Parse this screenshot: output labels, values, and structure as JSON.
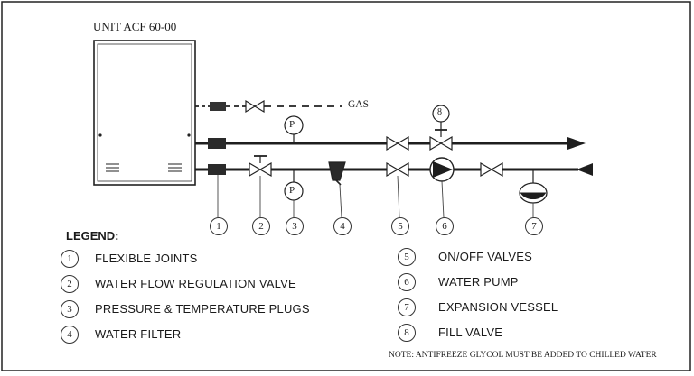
{
  "unit_title": "UNIT ACF 60-00",
  "gas_label": "GAS",
  "pressure_label": "P",
  "legend_title": "LEGEND:",
  "note": "NOTE: ANTIFREEZE GLYCOL  MUST BE ADDED TO CHILLED WATER",
  "component_numbers": [
    "1",
    "2",
    "3",
    "4",
    "5",
    "6",
    "7",
    "8"
  ],
  "legend_left": [
    {
      "num": "1",
      "label": "FLEXIBLE JOINTS"
    },
    {
      "num": "2",
      "label": "WATER FLOW REGULATION VALVE"
    },
    {
      "num": "3",
      "label": "PRESSURE & TEMPERATURE PLUGS"
    },
    {
      "num": "4",
      "label": "WATER FILTER"
    }
  ],
  "legend_right": [
    {
      "num": "5",
      "label": "ON/OFF VALVES"
    },
    {
      "num": "6",
      "label": "WATER PUMP"
    },
    {
      "num": "7",
      "label": "EXPANSION VESSEL"
    },
    {
      "num": "8",
      "label": "FILL VALVE"
    }
  ],
  "colors": {
    "line": "#1e1e1e",
    "paper": "#ffffff"
  }
}
